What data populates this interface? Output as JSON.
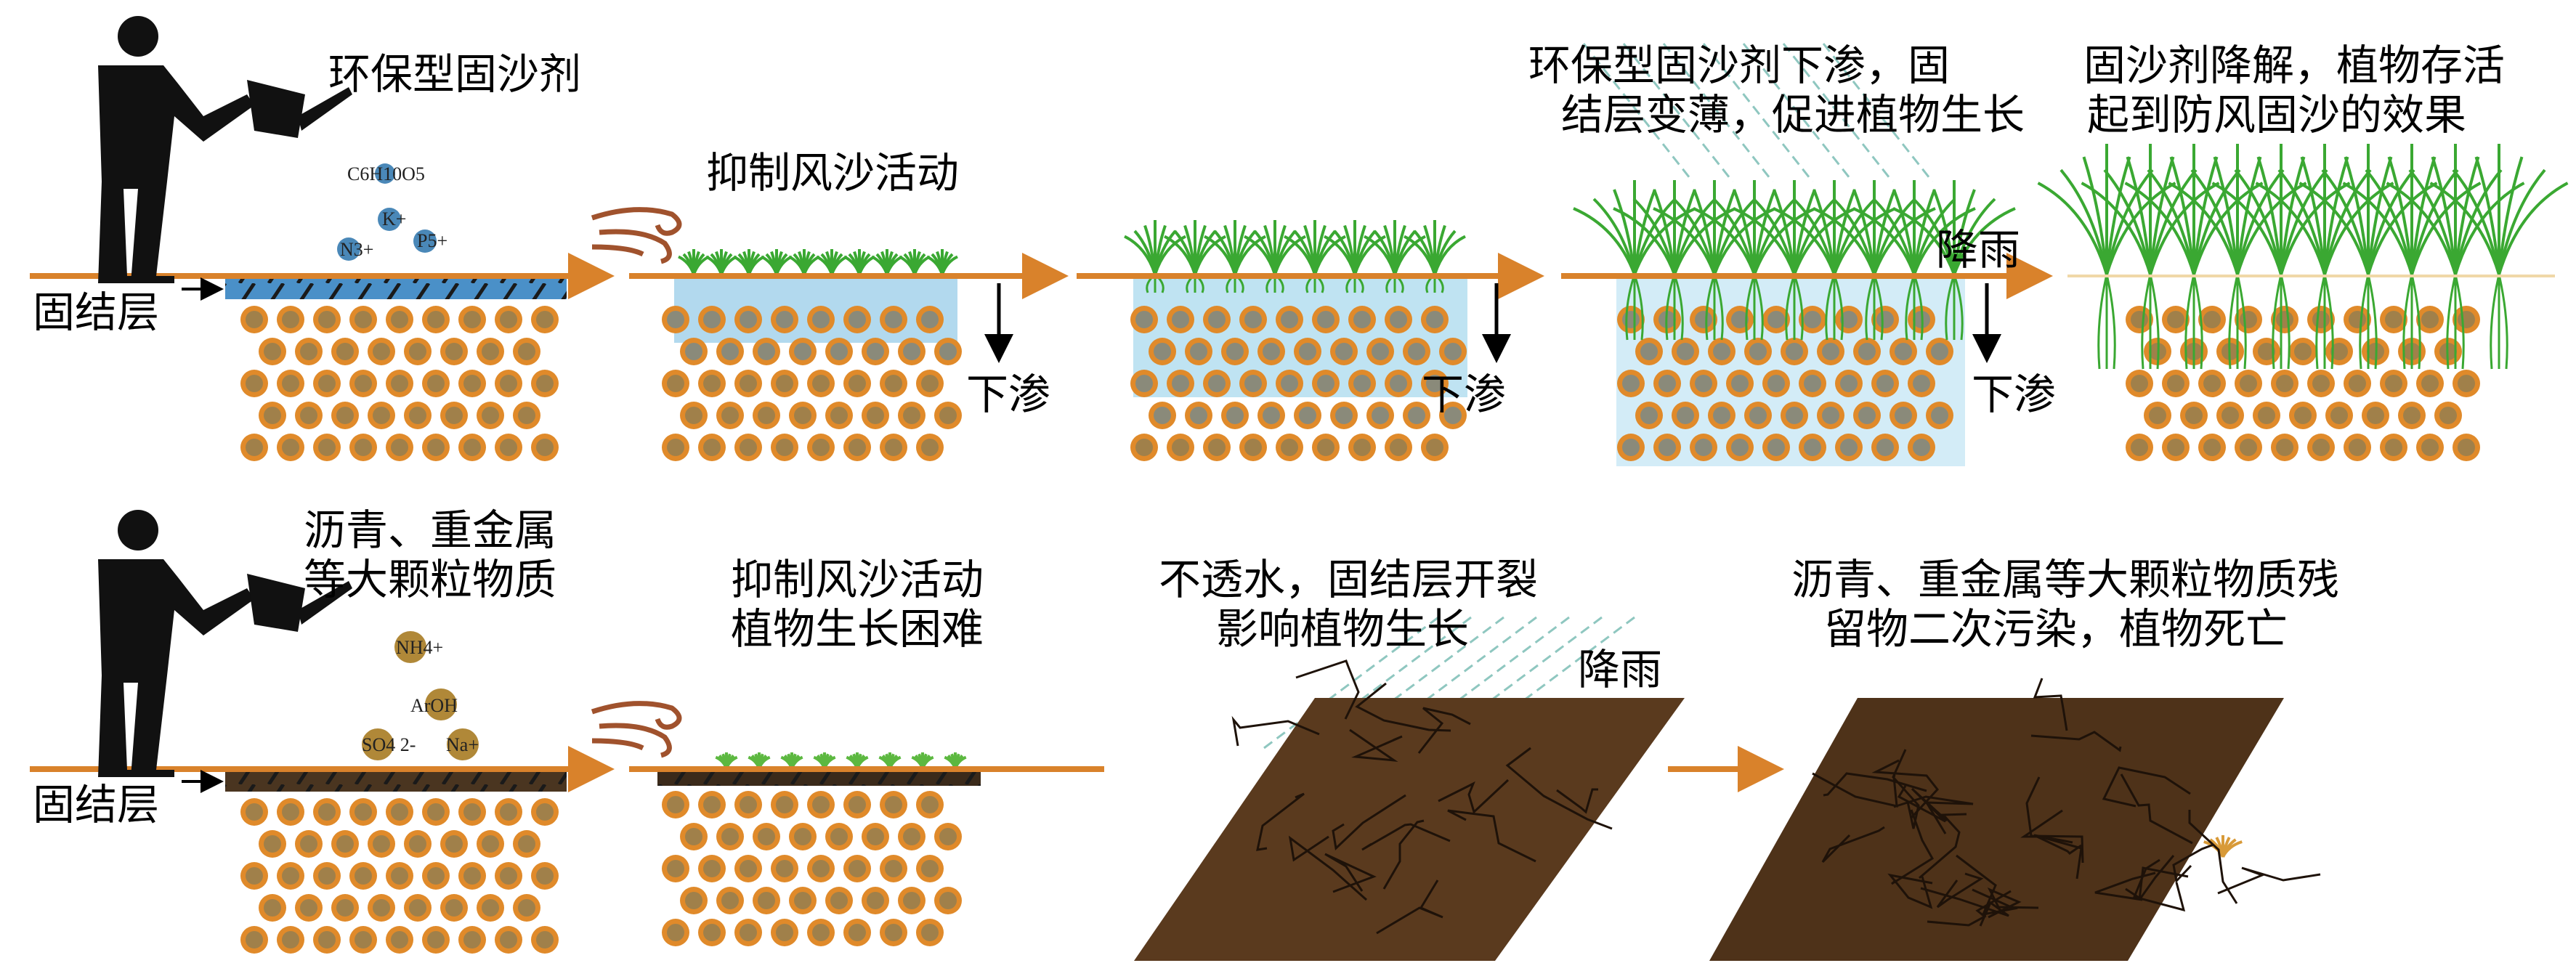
{
  "colors": {
    "ground": "#d9822b",
    "particle": "#e08a2a",
    "particle_core": "#a0804a",
    "water": "#bfe3f2",
    "layer_green": "#4a90c8",
    "layer_bad": "#3b2a1a",
    "soil": "#5a3a1e",
    "grass": "#3aa832"
  },
  "row1": {
    "agent_label": "环保型固沙剂",
    "layer_label": "固结层",
    "chemicals": [
      "C6H10O5",
      "K+",
      "N3+",
      "P5+"
    ],
    "panel2_title": "抑制风沙活动",
    "seep_label": "下渗",
    "rain_label": "降雨",
    "panel4_title": [
      "环保型固沙剂下渗，固",
      "结层变薄，促进植物生长"
    ],
    "panel5_title": [
      "固沙剂降解，植物存活",
      "起到防风固沙的效果"
    ]
  },
  "row2": {
    "agent_label": [
      "沥青、重金属",
      "等大颗粒物质"
    ],
    "layer_label": "固结层",
    "chemicals": [
      "NH4+",
      "ArOH",
      "SO4 2-",
      "Na+"
    ],
    "panel2_title": [
      "抑制风沙活动",
      "植物生长困难"
    ],
    "panel3_title": [
      "不透水，固结层开裂",
      "影响植物生长"
    ],
    "rain_label": "降雨",
    "panel4_title": [
      "沥青、重金属等大颗粒物质残",
      "留物二次污染，植物死亡"
    ]
  }
}
